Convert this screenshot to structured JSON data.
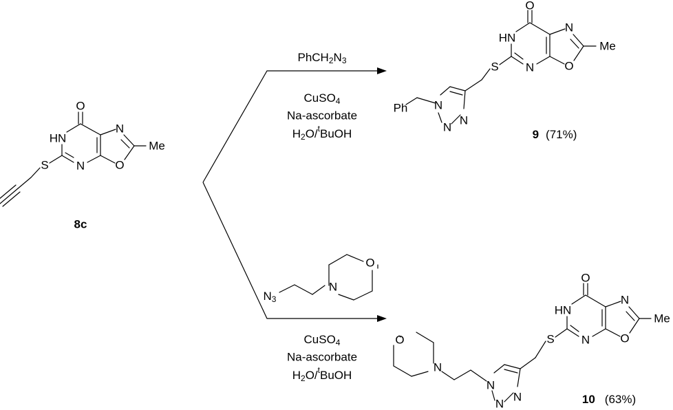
{
  "compounds": {
    "start": {
      "label": "8c"
    },
    "p1": {
      "label": "9",
      "yield": "(71%)"
    },
    "p2": {
      "label": "10",
      "yield": "(63%)"
    }
  },
  "atoms": {
    "O": "O",
    "N": "N",
    "HN": "HN",
    "S": "S",
    "Me": "Me",
    "Ph": "Ph",
    "N3": "N",
    "N3sub": "3"
  },
  "conditions": {
    "top": {
      "reagent_main": "PhCH",
      "reagent_sub1": "2",
      "reagent_mid": "N",
      "reagent_sub2": "3",
      "line1_main": "CuSO",
      "line1_sub": "4",
      "line2": "Na-ascorbate",
      "line3_a": "H",
      "line3_sub": "2",
      "line3_b": "O/",
      "line3_sup": "t",
      "line3_c": "BuOH"
    },
    "bottom": {
      "line1_main": "CuSO",
      "line1_sub": "4",
      "line2": "Na-ascorbate",
      "line3_a": "H",
      "line3_sub": "2",
      "line3_b": "O/",
      "line3_sup": "t",
      "line3_c": "BuOH"
    }
  }
}
